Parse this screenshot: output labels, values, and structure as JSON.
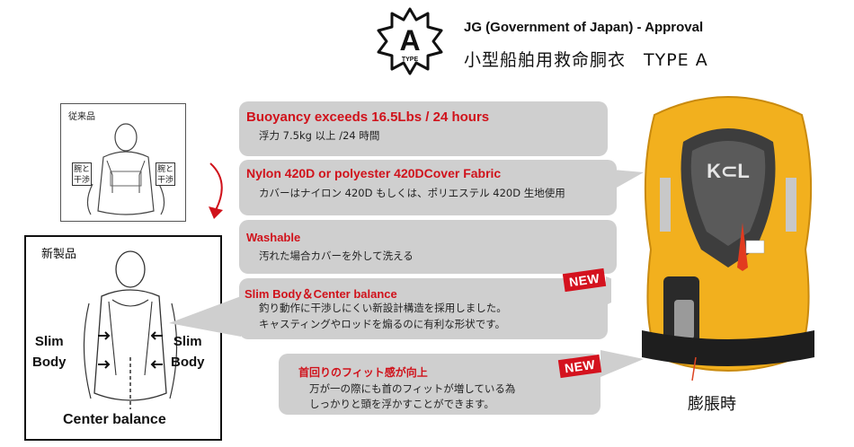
{
  "header": {
    "badge_letter": "A",
    "badge_caption": "TYPE",
    "approval_en": "JG (Government of Japan) - Approval",
    "approval_jp": "小型船舶用救命胴衣　TYPE A"
  },
  "old_product": {
    "label": "従来品",
    "arm_left_line1": "腕と",
    "arm_left_line2": "干渉",
    "arm_right_line1": "腕と",
    "arm_right_line2": "干渉"
  },
  "new_product": {
    "label": "新製品",
    "slim_left": "Slim\nBody",
    "slim_right": "Slim\nBody",
    "center_balance": "Center balance"
  },
  "features": [
    {
      "title": "Buoyancy exceeds 16.5Lbs / 24 hours",
      "body1": "浮力 7.5kg 以上 /24 時間"
    },
    {
      "title": "Nylon 420D or polyester 420DCover Fabric",
      "body1": "カバーはナイロン 420D もしくは、ポリエステル 420D 生地使用"
    },
    {
      "title": "Washable",
      "body1": "汚れた場合カバーを外して洗える"
    },
    {
      "title": "Slim Body＆Center balance",
      "body1": "釣り動作に干渉しにくい新設計構造を採用しました。",
      "body2": "キャスティングやロッドを煽るのに有利な形状です。",
      "tag": "NEW"
    },
    {
      "title": "首回りのフィット感が向上",
      "body1": "万が一の際にも首のフィットが増している為",
      "body2": "しっかりと頭を浮かすことができます。",
      "tag": "NEW"
    }
  ],
  "product_caption": "膨脹時",
  "colors": {
    "accent_red": "#d0121b",
    "panel_gray": "#cfcfcf",
    "vest_yellow": "#f2b01e"
  }
}
